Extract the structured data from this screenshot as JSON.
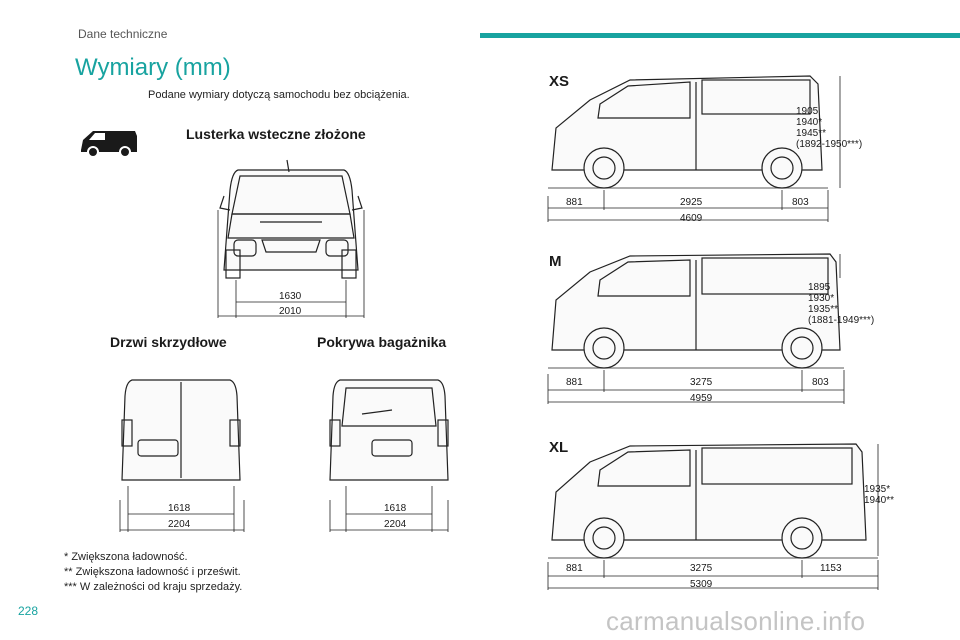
{
  "header": {
    "section": "Dane techniczne",
    "accent_color": "#18a3a0"
  },
  "page": {
    "title": "Wymiary (mm)",
    "number": "228"
  },
  "intro": "Podane wymiary dotyczą samochodu bez obciążenia.",
  "mirrors": {
    "heading": "Lusterka wsteczne złożone",
    "track": "1630",
    "width": "2010"
  },
  "doors": {
    "heading": "Drzwi skrzydłowe",
    "track": "1618",
    "width": "2204"
  },
  "tailgate": {
    "heading": "Pokrywa bagażnika",
    "track": "1618",
    "width": "2204"
  },
  "notes": [
    "* Zwiększona ładowność.",
    "** Zwiększona ładowność i prześwit.",
    "*** W zależności od kraju sprzedaży."
  ],
  "versions": {
    "xs": {
      "label": "XS",
      "front": "881",
      "wheelbase": "2925",
      "rear": "803",
      "length": "4609",
      "heights": "1905\n1940*\n1945**\n(1892-1950***)"
    },
    "m": {
      "label": "M",
      "front": "881",
      "wheelbase": "3275",
      "rear": "803",
      "length": "4959",
      "heights": "1895\n1930*\n1935**\n(1881-1949***)"
    },
    "xl": {
      "label": "XL",
      "front": "881",
      "wheelbase": "3275",
      "rear": "1153",
      "length": "5309",
      "heights": "1935*\n1940**"
    }
  },
  "watermark": "carmanualsonline.info",
  "icons": {
    "van_icon": "van-side-icon"
  }
}
